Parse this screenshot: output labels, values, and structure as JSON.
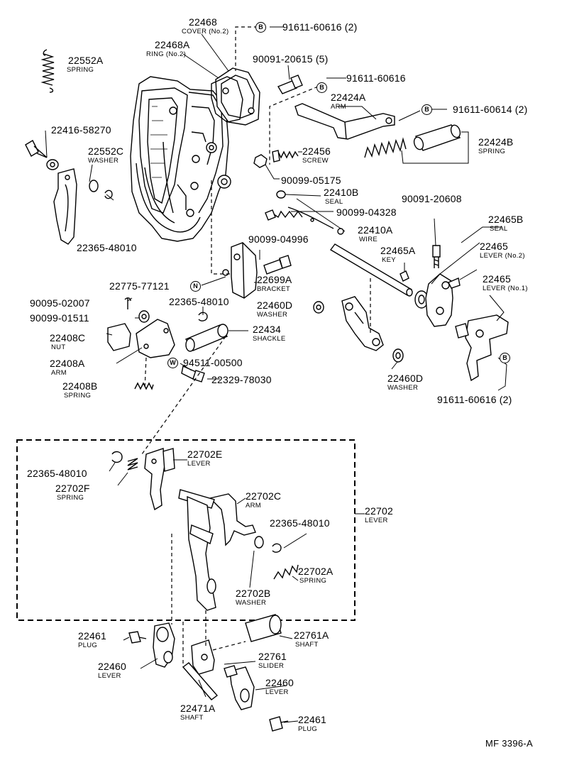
{
  "reference_code": "MF 3396-A",
  "callouts": [
    {
      "number": "22468",
      "name": "COVER (No.2)"
    },
    {
      "number": "22468A",
      "name": "RING (No.2)"
    },
    {
      "number": "91611-60616 (2)",
      "name": "",
      "symbol": "B"
    },
    {
      "number": "90091-20615 (5)",
      "name": ""
    },
    {
      "number": "91611-60616",
      "name": "",
      "symbol": "B"
    },
    {
      "number": "22552A",
      "name": "SPRING"
    },
    {
      "number": "22424A",
      "name": "ARM"
    },
    {
      "number": "91611-60614 (2)",
      "name": "",
      "symbol": "B"
    },
    {
      "number": "22416-58270",
      "name": ""
    },
    {
      "number": "22552C",
      "name": "WASHER"
    },
    {
      "number": "22456",
      "name": "SCREW"
    },
    {
      "number": "22424B",
      "name": "SPRING"
    },
    {
      "number": "90099-05175",
      "name": ""
    },
    {
      "number": "22410B",
      "name": "SEAL"
    },
    {
      "number": "90091-20608",
      "name": ""
    },
    {
      "number": "90099-04328",
      "name": ""
    },
    {
      "number": "22410A",
      "name": "WIRE"
    },
    {
      "number": "22465B",
      "name": "SEAL"
    },
    {
      "number": "22365-48010",
      "name": ""
    },
    {
      "number": "90099-04996",
      "name": ""
    },
    {
      "number": "22465A",
      "name": "KEY"
    },
    {
      "number": "22465",
      "name": "LEVER (No.2)"
    },
    {
      "number": "22699A",
      "name": "BRACKET"
    },
    {
      "number": "22775-77121",
      "name": "",
      "symbol": "N"
    },
    {
      "number": "22465",
      "name": "LEVER (No.1)"
    },
    {
      "number": "90095-02007",
      "name": ""
    },
    {
      "number": "22365-48010",
      "name": ""
    },
    {
      "number": "22460D",
      "name": "WASHER"
    },
    {
      "number": "90099-01511",
      "name": ""
    },
    {
      "number": "22434",
      "name": "SHACKLE"
    },
    {
      "number": "22408C",
      "name": "NUT"
    },
    {
      "number": "22408A",
      "name": "ARM"
    },
    {
      "number": "94511-00500",
      "name": "",
      "symbol": "W"
    },
    {
      "number": "22460D",
      "name": "WASHER"
    },
    {
      "number": "22329-78030",
      "name": ""
    },
    {
      "number": "22408B",
      "name": "SPRING"
    },
    {
      "number": "91611-60616 (2)",
      "name": "",
      "symbol": "B"
    },
    {
      "number": "22702E",
      "name": "LEVER"
    },
    {
      "number": "22365-48010",
      "name": ""
    },
    {
      "number": "22702F",
      "name": "SPRING"
    },
    {
      "number": "22702C",
      "name": "ARM"
    },
    {
      "number": "22702",
      "name": "LEVER"
    },
    {
      "number": "22365-48010",
      "name": ""
    },
    {
      "number": "22702A",
      "name": "SPRING"
    },
    {
      "number": "22702B",
      "name": "WASHER"
    },
    {
      "number": "22461",
      "name": "PLUG"
    },
    {
      "number": "22761A",
      "name": "SHAFT"
    },
    {
      "number": "22761",
      "name": "SLIDER"
    },
    {
      "number": "22460",
      "name": "LEVER"
    },
    {
      "number": "22460",
      "name": "LEVER"
    },
    {
      "number": "22471A",
      "name": "SHAFT"
    },
    {
      "number": "22461",
      "name": "PLUG"
    }
  ]
}
